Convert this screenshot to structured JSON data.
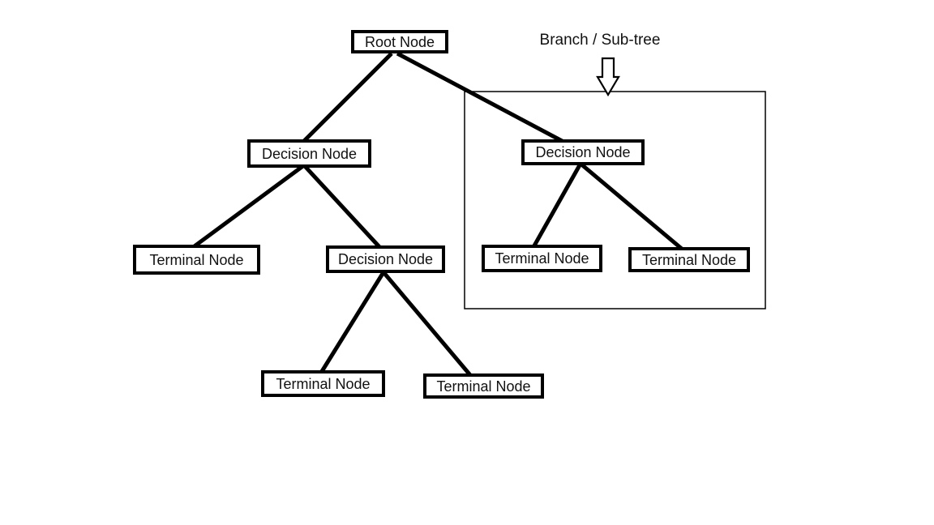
{
  "diagram": {
    "type": "decision-tree",
    "annotation": {
      "label": "Branch / Sub-tree"
    },
    "nodes": {
      "root": "Root Node",
      "decision_left": "Decision Node",
      "decision_right": "Decision Node",
      "terminal_far_left": "Terminal Node",
      "decision_mid": "Decision Node",
      "terminal_sub_left": "Terminal Node",
      "terminal_sub_right": "Terminal Node",
      "terminal_bottom_left": "Terminal Node",
      "terminal_bottom_right": "Terminal Node"
    },
    "colors": {
      "background": "#ffffff",
      "line": "#000000",
      "box_border": "#000000",
      "text": "#111111"
    }
  }
}
